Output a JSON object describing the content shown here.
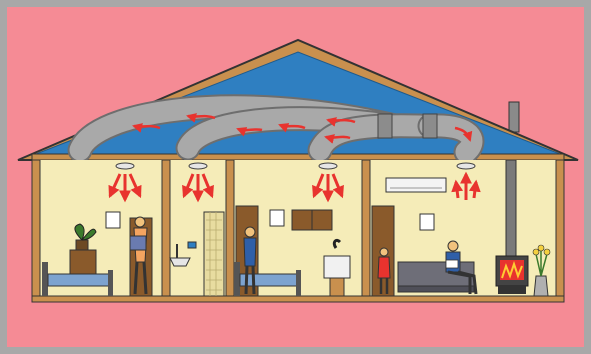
{
  "scene": {
    "title": "",
    "rooms": [
      "bedroom",
      "bathroom",
      "bedroom",
      "living-room"
    ],
    "people": [
      "woman-carrying-basket",
      "man-standing",
      "child-standing",
      "man-seated-on-sofa"
    ]
  },
  "colors": {
    "frame_border": "#a8a8a8",
    "background": "#f58b95",
    "roof_space": "#2f7fc1",
    "wall_interior": "#f5ecb8",
    "timber": "#c9904e",
    "duct": "#a9a9a9",
    "airflow_arrow": "#e8332e",
    "floor": "#ded4a6"
  },
  "icons": {
    "airflow": "red-arrow-icon",
    "vent": "ceiling-vent-icon",
    "heater": "wood-heater-icon"
  }
}
